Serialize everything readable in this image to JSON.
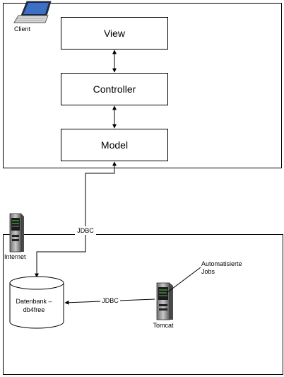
{
  "client": {
    "label": "Client",
    "icon": "laptop-icon"
  },
  "mvc": {
    "view": "View",
    "controller": "Controller",
    "model": "Model"
  },
  "connections": {
    "internet_jdbc": "JDBC",
    "tomcat_jdbc": "JDBC"
  },
  "server": {
    "internet_label": "Internet",
    "internet_icon": "server-tower-icon",
    "database_line1": "Datenbank –",
    "database_line2": "db4free",
    "tomcat_label": "Tomcat",
    "tomcat_icon": "server-tower-icon",
    "jobs_line1": "Automatisierte",
    "jobs_line2": "Jobs"
  }
}
